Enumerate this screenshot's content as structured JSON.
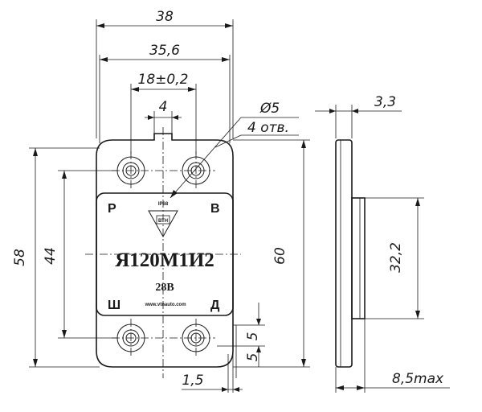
{
  "dimensions": {
    "total_width": "38",
    "hole_span": "35,6",
    "inner_span": "18±0,2",
    "slot_width": "4",
    "hole_diameter": "Ø5",
    "hole_count": "4 отв.",
    "height_total": "58",
    "height_holes": "44",
    "height_plate": "60",
    "edge_a": "5",
    "edge_b": "5",
    "thickness": "1,5",
    "side_thickness": "3,3",
    "side_height": "32,2",
    "side_depth": "8,5max"
  },
  "label": {
    "protection": "IP68",
    "mark": "ВТН",
    "terminal_tl": "Р",
    "terminal_tr": "В",
    "terminal_bl": "Ш",
    "terminal_br": "Д",
    "model": "Я120М1И2",
    "voltage": "28В",
    "website": "www.vtnauto.com"
  }
}
